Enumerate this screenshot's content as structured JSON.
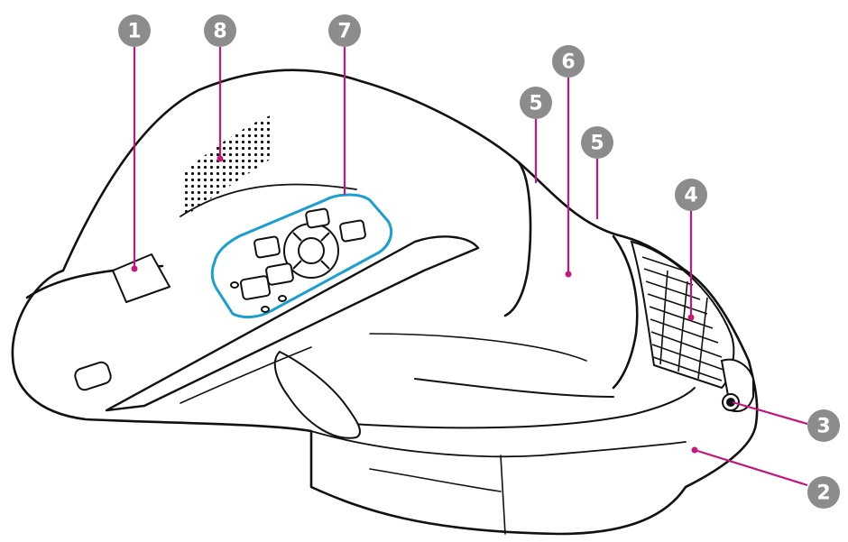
{
  "colors": {
    "body_outline": "#111111",
    "body_fill": "#ffffff",
    "leader_line": "#c2187a",
    "leader_dot": "#c2187a",
    "callout_bubble": "#8c8c8c",
    "callout_text": "#ffffff",
    "panel_highlight": "#1a9fd0"
  },
  "callouts": [
    {
      "id": "c1",
      "label": "1",
      "icon": "callout-marker"
    },
    {
      "id": "c2",
      "label": "2",
      "icon": "callout-marker"
    },
    {
      "id": "c3",
      "label": "3",
      "icon": "callout-marker"
    },
    {
      "id": "c4",
      "label": "4",
      "icon": "callout-marker"
    },
    {
      "id": "c5a",
      "label": "5",
      "icon": "callout-marker"
    },
    {
      "id": "c5b",
      "label": "5",
      "icon": "callout-marker"
    },
    {
      "id": "c6",
      "label": "6",
      "icon": "callout-marker"
    },
    {
      "id": "c7",
      "label": "7",
      "icon": "callout-marker"
    },
    {
      "id": "c8",
      "label": "8",
      "icon": "callout-marker"
    }
  ],
  "parts": {
    "projector": "projector-body",
    "control_panel": "control-panel",
    "speaker_grille": "speaker-grille",
    "air_vent": "air-vent",
    "lens_window": "lens-window"
  }
}
